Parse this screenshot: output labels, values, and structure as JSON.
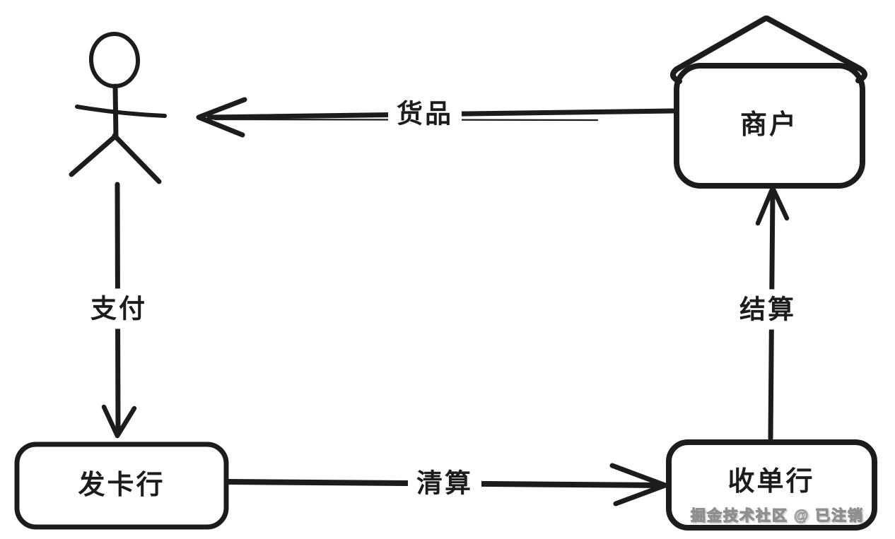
{
  "diagram": {
    "nodes": {
      "merchant": {
        "label": "商户"
      },
      "issuing_bank": {
        "label": "发卡行"
      },
      "acquiring_bank": {
        "label": "收单行"
      }
    },
    "edges": {
      "goods": {
        "label": "货品",
        "from": "merchant",
        "to": "customer"
      },
      "payment": {
        "label": "支付",
        "from": "customer",
        "to": "issuing_bank"
      },
      "clearing": {
        "label": "清算",
        "from": "issuing_bank",
        "to": "acquiring_bank"
      },
      "settlement": {
        "label": "结算",
        "from": "acquiring_bank",
        "to": "merchant"
      }
    },
    "watermark": "掘金技术社区 @ 已注销",
    "colors": {
      "stroke": "#1c1c1c",
      "background": "#ffffff",
      "watermark_fill": "#ffffff",
      "watermark_outline": "#8f8f8f"
    }
  }
}
